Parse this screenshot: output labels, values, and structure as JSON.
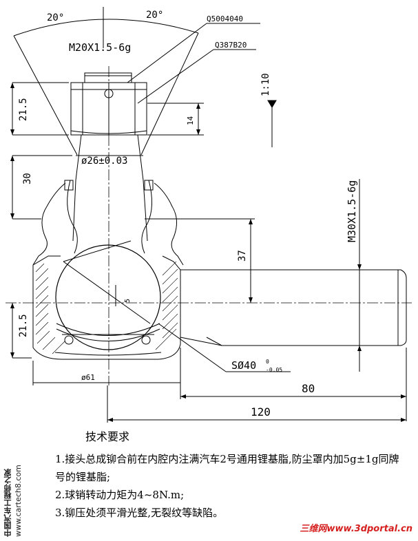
{
  "drawing": {
    "angle_left": "20°",
    "angle_right": "20°",
    "part_a": "Q5004040",
    "part_b": "Q387B20",
    "thread_top": "M20X1.5-6g",
    "taper": "1:10",
    "dim_21_5_top": "21.5",
    "dim_14": "14",
    "dia_26": "ø26±0.03",
    "dim_30": "30",
    "thread_side": "M30X1.5-6g",
    "dim_37": "37",
    "dim_5": "5",
    "dim_21_5_bottom": "21.5",
    "sphere": "SØ40",
    "sphere_tol_upper": "0",
    "sphere_tol_lower": "-0.05",
    "dia_61": "ø61",
    "dim_80": "80",
    "dim_120": "120"
  },
  "notes": {
    "heading": "技术要求",
    "item1": "1.接头总成铆合前在内腔内注满汽车2号通用锂基脂,防尘罩内加5g±1g同牌",
    "item1_cont": "号的锂基脂;",
    "item2": "2.球销转动力矩为4~8N.m;",
    "item3": "3.铆压处须平滑光整,无裂纹等缺陷。"
  },
  "sidebar": {
    "title": "中国汽车工程师之家",
    "url": "www.cartech8.com"
  },
  "watermark": "三维网www.3dportal.cn"
}
